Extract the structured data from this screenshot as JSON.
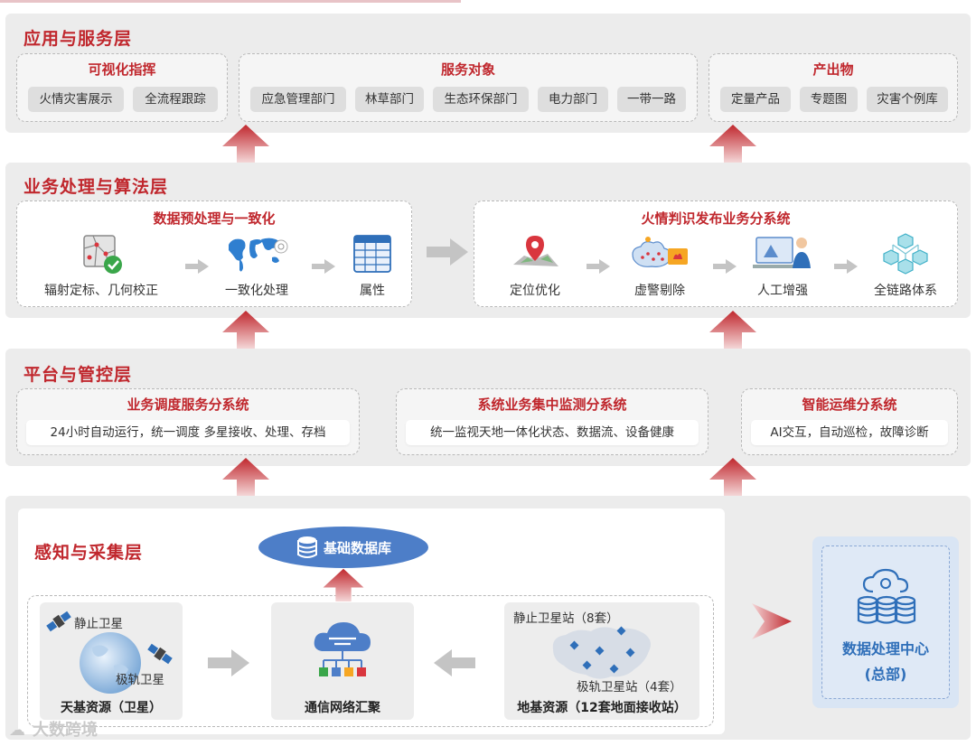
{
  "layers": {
    "application": {
      "title": "应用与服务层",
      "groups": [
        {
          "title": "可视化指挥",
          "items": [
            "火情灾害展示",
            "全流程跟踪"
          ]
        },
        {
          "title": "服务对象",
          "items": [
            "应急管理部门",
            "林草部门",
            "生态环保部门",
            "电力部门",
            "一带一路"
          ]
        },
        {
          "title": "产出物",
          "items": [
            "定量产品",
            "专题图",
            "灾害个例库"
          ]
        }
      ]
    },
    "algorithm": {
      "title": "业务处理与算法层",
      "groups": [
        {
          "title": "数据预处理与一致化",
          "steps": [
            {
              "label": "辐射定标、几何校正",
              "icon": "map-check-icon"
            },
            {
              "label": "一致化处理",
              "icon": "world-map-icon"
            },
            {
              "label": "属性",
              "icon": "table-grid-icon"
            }
          ]
        },
        {
          "title": "火情判识发布业务分系统",
          "steps": [
            {
              "label": "定位优化",
              "icon": "location-pin-icon"
            },
            {
              "label": "虚警剔除",
              "icon": "fire-cloud-icon"
            },
            {
              "label": "人工增强",
              "icon": "operator-monitor-icon"
            },
            {
              "label": "全链路体系",
              "icon": "cube-network-icon"
            }
          ]
        }
      ]
    },
    "platform": {
      "title": "平台与管控层",
      "groups": [
        {
          "title": "业务调度服务分系统",
          "text": "24小时自动运行，统一调度 多星接收、处理、存档"
        },
        {
          "title": "系统业务集中监测分系统",
          "text": "统一监视天地一体化状态、数据流、设备健康"
        },
        {
          "title": "智能运维分系统",
          "text": "AI交互，自动巡检，故障诊断"
        }
      ]
    },
    "sensing": {
      "title": "感知与采集层",
      "database": "基础数据库",
      "space": {
        "label_geo": "静止卫星",
        "label_polar": "极轨卫星",
        "caption": "天基资源（卫星）"
      },
      "network": {
        "caption": "通信网络汇聚"
      },
      "ground": {
        "label_geo": "静止卫星站（8套）",
        "label_polar": "极轨卫星站（4套）",
        "caption": "地基资源（12套地面接收站）"
      }
    }
  },
  "data_center": {
    "line1": "数据处理中心",
    "line2": "(总部)"
  },
  "watermark": "大数跨境",
  "colors": {
    "accent_red": "#c0272d",
    "accent_blue": "#2f6fb9",
    "layer_bg": "#ececec"
  }
}
